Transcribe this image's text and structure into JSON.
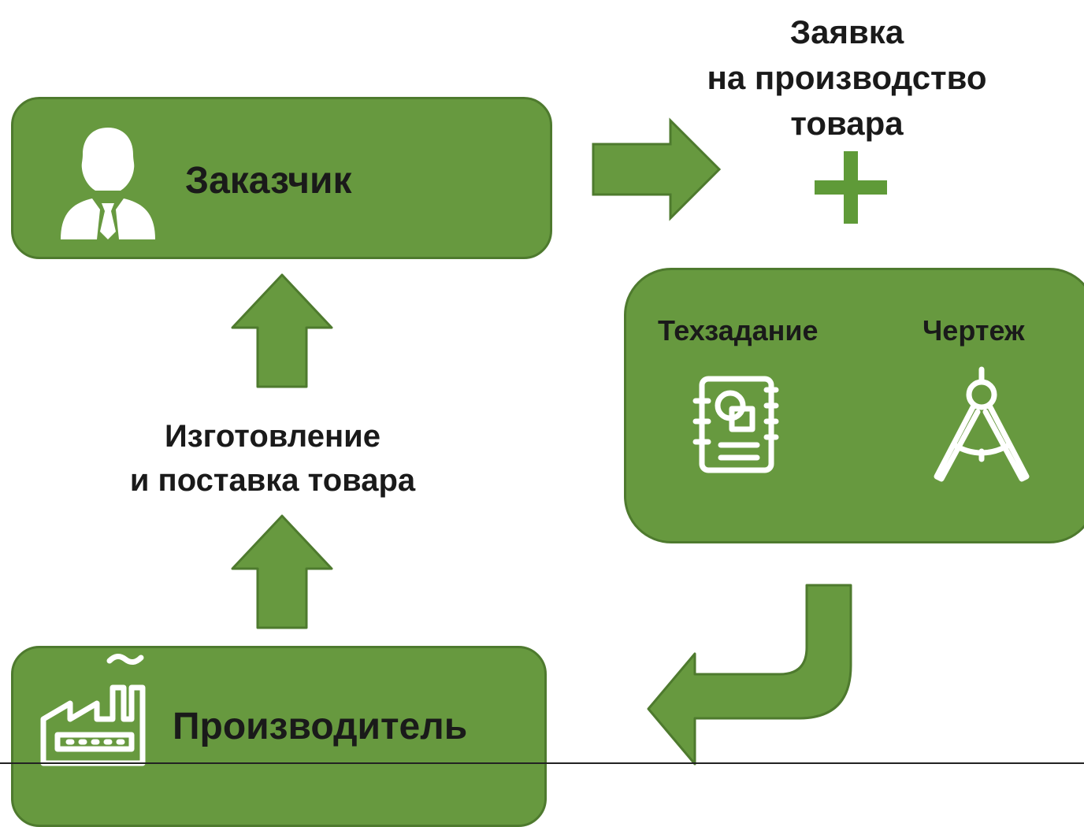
{
  "customer": {
    "label": "Заказчик",
    "icon": "businessman-icon"
  },
  "request": {
    "lines": [
      "Заявка",
      "на производство",
      "товара"
    ]
  },
  "plus": {
    "icon": "plus-icon"
  },
  "documents": {
    "spec": {
      "label": "Техзадание",
      "icon": "notebook-icon"
    },
    "drawing": {
      "label": "Чертеж",
      "icon": "compass-icon"
    }
  },
  "manufacturing": {
    "lines": [
      "Изготовление",
      "и поставка товара"
    ]
  },
  "producer": {
    "label": "Производитель",
    "icon": "factory-icon"
  },
  "colors": {
    "fill": "#67993f",
    "border": "#4e7a2e",
    "icon": "#ffffff",
    "text": "#1a1a1a"
  }
}
